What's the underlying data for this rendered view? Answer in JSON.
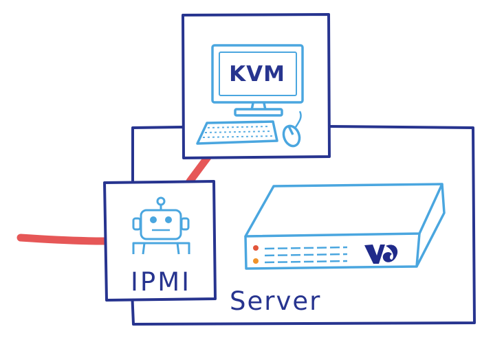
{
  "labels": {
    "kvm": "KVM",
    "ipmi": "IPMI",
    "server": "Server"
  },
  "colors": {
    "frame": "#27348f",
    "light_blue": "#4aa6df",
    "cable": "#e23a3a",
    "led_red": "#e2553a",
    "led_orange": "#f0932b",
    "logo": "#1f2a8a"
  },
  "icons": [
    "monitor-icon",
    "keyboard-icon",
    "mouse-icon",
    "robot-icon",
    "server-chassis-icon",
    "vendor-logo-icon"
  ]
}
